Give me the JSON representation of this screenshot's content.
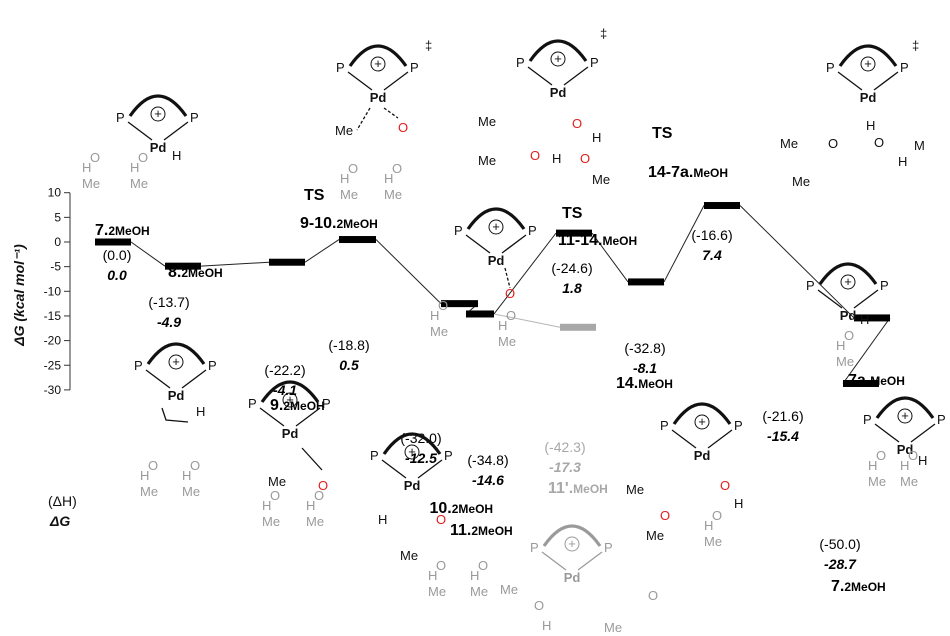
{
  "chart_data": {
    "type": "energy-profile",
    "ylabel": "ΔG (kcal mol⁻¹)",
    "ylim": [
      -30,
      10
    ],
    "yticks": [
      -30,
      -25,
      -20,
      -15,
      -10,
      -5,
      0,
      5,
      10
    ],
    "legend": {
      "enthalpy": "(ΔH)",
      "free_energy": "ΔG"
    },
    "states": [
      {
        "key": "s1",
        "label": "7.2MeOH",
        "pre": "",
        "prefix": "7.",
        "suffix": "2MeOH",
        "dh": "(0.0)",
        "dg": "0.0",
        "g": 0.0,
        "grey": false
      },
      {
        "key": "s2",
        "label": "8.2MeOH",
        "pre": "",
        "prefix": "8.",
        "suffix": "2MeOH",
        "dh": "(-13.7)",
        "dg": "-4.9",
        "g": -4.9,
        "grey": false
      },
      {
        "key": "s3",
        "label": "9.2MeOH",
        "pre": "",
        "prefix": "9.",
        "suffix": "2MeOH",
        "dh": "(-22.2)",
        "dg": "-4.1",
        "g": -4.1,
        "grey": false
      },
      {
        "key": "s4",
        "label": "TS 9-10.2MeOH",
        "pre": "TS",
        "prefix": "9-10.",
        "suffix": "2MeOH",
        "dh": "(-18.8)",
        "dg": "0.5",
        "g": 0.5,
        "grey": false
      },
      {
        "key": "s5",
        "label": "10.2MeOH",
        "pre": "",
        "prefix": "10.",
        "suffix": "2MeOH",
        "dh": "(-32.0)",
        "dg": "-12.5",
        "g": -12.5,
        "grey": false
      },
      {
        "key": "s6",
        "label": "11.2MeOH",
        "pre": "",
        "prefix": "11.",
        "suffix": "2MeOH",
        "dh": "(-34.8)",
        "dg": "-14.6",
        "g": -14.6,
        "grey": false
      },
      {
        "key": "s7",
        "label": "11'.MeOH",
        "pre": "",
        "prefix": "11'.",
        "suffix": "MeOH",
        "dh": "(-42.3)",
        "dg": "-17.3",
        "g": -17.3,
        "grey": true
      },
      {
        "key": "s8",
        "label": "TS 11-14.MeOH",
        "pre": "TS",
        "prefix": "11-14.",
        "suffix": "MeOH",
        "dh": "(-24.6)",
        "dg": "1.8",
        "g": 1.8,
        "grey": false
      },
      {
        "key": "s9",
        "label": "14.MeOH",
        "pre": "",
        "prefix": "14.",
        "suffix": "MeOH",
        "dh": "(-32.8)",
        "dg": "-8.1",
        "g": -8.1,
        "grey": false
      },
      {
        "key": "s10",
        "label": "TS 14-7a.MeOH",
        "pre": "TS",
        "prefix": "14-7a.",
        "suffix": "MeOH",
        "dh": "(-16.6)",
        "dg": "7.4",
        "g": 7.4,
        "grey": false
      },
      {
        "key": "s11",
        "label": "7a.MeOH",
        "pre": "",
        "prefix": "7a.",
        "suffix": "MeOH",
        "dh": "(-21.6)",
        "dg": "-15.4",
        "g": -15.4,
        "grey": false
      },
      {
        "key": "s12",
        "label": "7.2MeOH",
        "pre": "",
        "prefix": "7.",
        "suffix": "2MeOH",
        "dh": "(-50.0)",
        "dg": "-28.7",
        "g": -28.7,
        "grey": false
      }
    ],
    "connections": [
      [
        "s1",
        "s2"
      ],
      [
        "s2",
        "s3"
      ],
      [
        "s3",
        "s4"
      ],
      [
        "s4",
        "s5"
      ],
      [
        "s5",
        "s6"
      ],
      [
        "s6",
        "s7"
      ],
      [
        "s6",
        "s8"
      ],
      [
        "s8",
        "s9"
      ],
      [
        "s9",
        "s10"
      ],
      [
        "s10",
        "s11"
      ],
      [
        "s11",
        "s12"
      ]
    ]
  },
  "structures": {
    "atom_p": "P",
    "atom_pd": "Pd",
    "atom_h": "H",
    "atom_o": "O",
    "atom_me": "Me",
    "atom_m": "M",
    "charge": "+",
    "ts_mark": "‡"
  }
}
